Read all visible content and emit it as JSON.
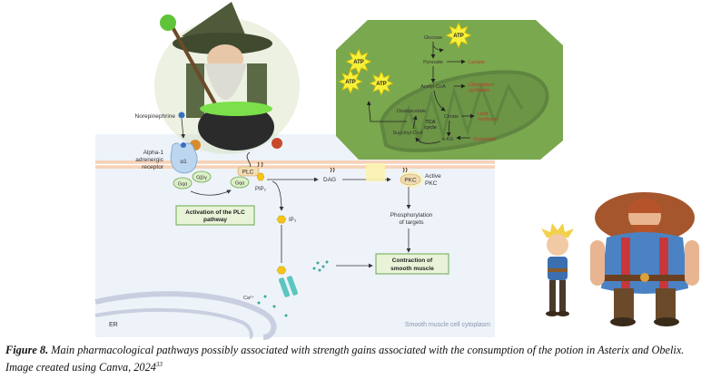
{
  "figure": {
    "label": "Figure 8.",
    "caption": " Main pharmacological pathways possibly associated with strength gains associated with the consumption of the potion in Asterix and Obelix. Image created using Canva, 2024",
    "ref": "33"
  },
  "pathway": {
    "ligand": "Norepinephrine",
    "receptor_label": [
      "Alpha-1",
      "adrenergic",
      "receptor"
    ],
    "receptor_subunit": "α1",
    "gbg": "Gβ/γ",
    "gqa": "Gqα",
    "plc": "PLC",
    "pip2": "PIP₂",
    "dag": "DAG",
    "pkc": "PKC",
    "active_pkc": [
      "Active",
      "PKC"
    ],
    "activation_box": [
      "Activation of the PLC",
      "pathway"
    ],
    "ip3": "IP₃",
    "phosphorylation": [
      "Phosphorylation",
      "of targets"
    ],
    "contraction_box": [
      "Contraction of",
      "smooth muscle"
    ],
    "calcium": "Ca²⁺",
    "er": "ER",
    "cytoplasm": "Smooth muscle cell cytoplasm"
  },
  "metabolism": {
    "glucose": "Glucose",
    "atp": "ATP",
    "pyruvate": "Pyruvate",
    "lactate": "Lactate",
    "acetyl_coa": "Acetyl-CoA",
    "cholesterol": [
      "Cholesterol",
      "synthesis"
    ],
    "oxaloacetate": "Oxaloacetate",
    "citrate": "Citrate",
    "lipid": [
      "Lipid",
      "synthesis"
    ],
    "tca": [
      "TCA",
      "cycle"
    ],
    "succinyl": "Succinyl-CoA",
    "akg": "α-KG",
    "glutamine": "Glutamine"
  },
  "colors": {
    "mito_bg": "#7aa84e",
    "cell_bg": "#eef3f9",
    "membrane": "#f6d2b8",
    "hexagon": "#f5c518",
    "box_green": "#e8f3d8"
  }
}
